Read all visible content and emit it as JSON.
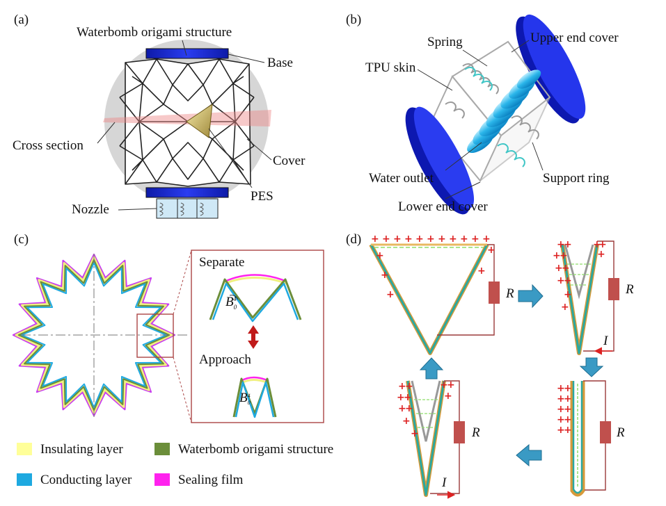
{
  "panels": {
    "a": {
      "tag": "(a)",
      "title": "Waterbomb origami structure",
      "labels": {
        "base": "Base",
        "cross_section": "Cross section",
        "cover": "Cover",
        "pes": "PES",
        "nozzle": "Nozzle"
      }
    },
    "b": {
      "tag": "(b)",
      "labels": {
        "spring": "Spring",
        "upper_end_cover": "Upper end cover",
        "tpu_skin": "TPU skin",
        "water_outlet": "Water outlet",
        "support_ring": "Support ring",
        "lower_end_cover": "Lower end cover"
      }
    },
    "c": {
      "tag": "(c)",
      "separate": "Separate",
      "approach": "Approach",
      "angle": "B",
      "angle_sup": "4",
      "angle_sub": "0"
    },
    "d": {
      "tag": "(d)",
      "resistor": "R",
      "current": "I"
    }
  },
  "legend": [
    {
      "label": "Insulating layer",
      "color": "#ffff99"
    },
    {
      "label": "Waterbomb origami structure",
      "color": "#6b8e3a"
    },
    {
      "label": "Conducting layer",
      "color": "#1ea9e0"
    },
    {
      "label": "Sealing film",
      "color": "#ff22ee"
    }
  ],
  "colors": {
    "base_blue": "#1f2fd8",
    "cover_grey": "#d6d6d6",
    "resistor": "#c0504d",
    "arrow_blue": "#3a9ac4",
    "charge": "#dd2222",
    "wire": "#9b3a3a"
  }
}
